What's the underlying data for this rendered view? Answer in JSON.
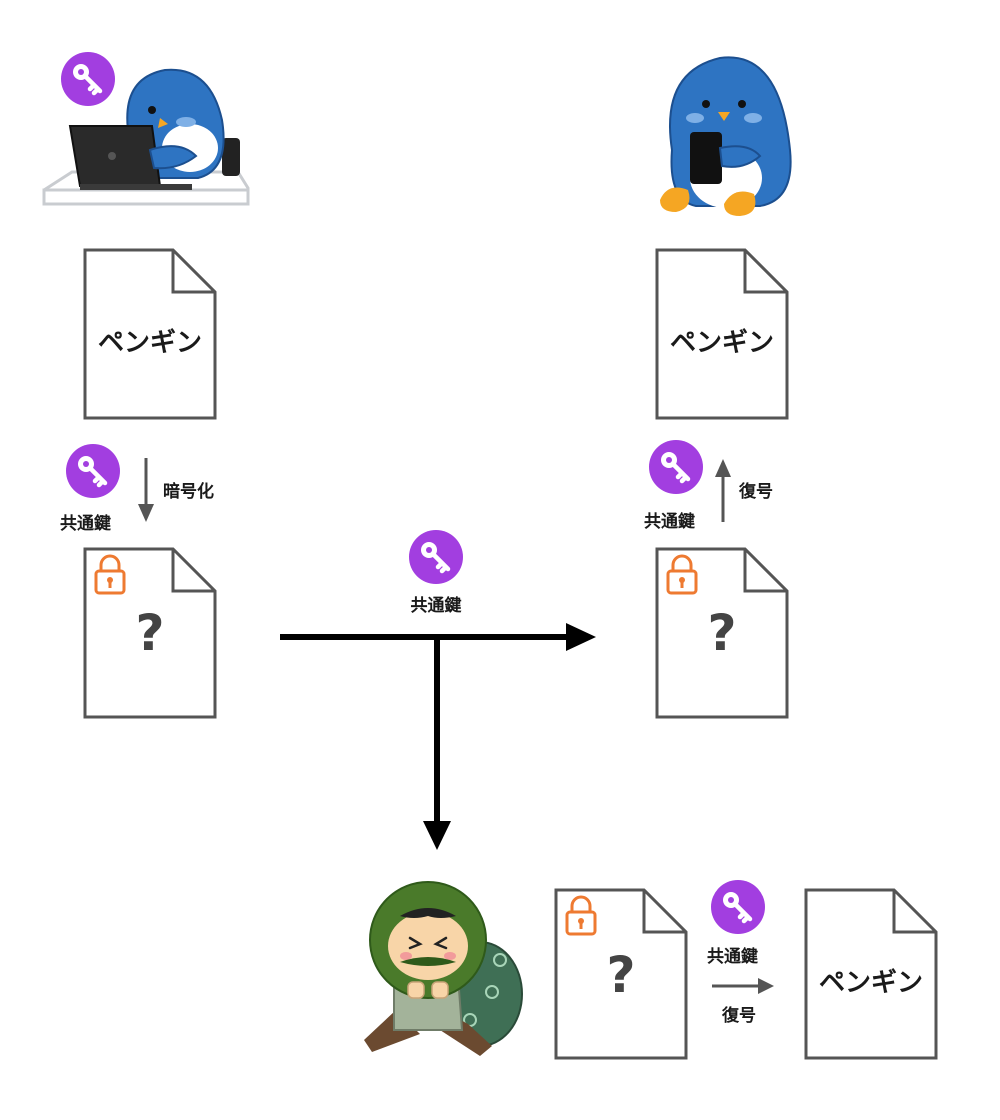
{
  "sender": {
    "document_word": "ペンギン",
    "key_label": "共通鍵",
    "action_label": "暗号化",
    "cipher_symbol": "?"
  },
  "transfer": {
    "key_label": "共通鍵"
  },
  "receiver": {
    "document_word": "ペンギン",
    "key_label": "共通鍵",
    "action_label": "復号",
    "cipher_symbol": "?"
  },
  "thief": {
    "cipher_symbol": "?",
    "key_label": "共通鍵",
    "action_label": "復号",
    "document_word": "ペンギン"
  },
  "colors": {
    "key_badge": "#a23ee0",
    "lock": "#ee7a31",
    "penguin": "#2e74c2",
    "thief_hood": "#4a7a2a",
    "line": "#000000",
    "doc_border": "#555555"
  },
  "icons": [
    "key-icon",
    "padlock-icon",
    "penguin-with-laptop",
    "penguin-with-phone",
    "thief-with-sack"
  ]
}
